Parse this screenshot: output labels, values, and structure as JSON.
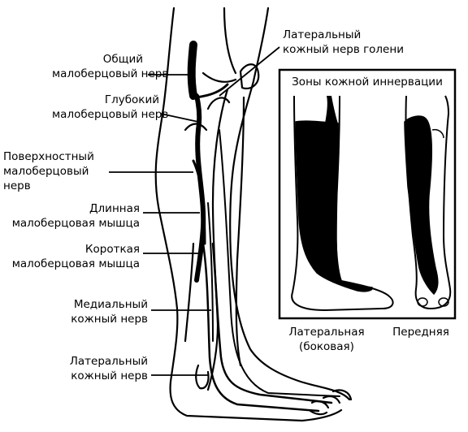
{
  "labels": {
    "common_peroneal_1": "Общий",
    "common_peroneal_2": "малоберцовый нерв",
    "deep_peroneal_1": "Глубокий",
    "deep_peroneal_2": "малоберцовый нерв",
    "superficial_1": "Поверхностный",
    "superficial_2": "малоберцовый",
    "superficial_3": "нерв",
    "long_muscle_1": "Длинная",
    "long_muscle_2": "малоберцовая мышца",
    "short_muscle_1": "Короткая",
    "short_muscle_2": "малоберцовая мышца",
    "medial_cut_1": "Медиальный",
    "medial_cut_2": "кожный нерв",
    "lateral_cut_1": "Латеральный",
    "lateral_cut_2": "кожный нерв",
    "lat_cut_calf_1": "Латеральный",
    "lat_cut_calf_2": "кожный нерв голени"
  },
  "inset": {
    "title": "Зоны кожной иннервации",
    "lateral_view_1": "Латеральная",
    "lateral_view_2": "(боковая)",
    "anterior_view": "Передняя"
  },
  "colors": {
    "ink": "#000000",
    "background": "#ffffff"
  }
}
